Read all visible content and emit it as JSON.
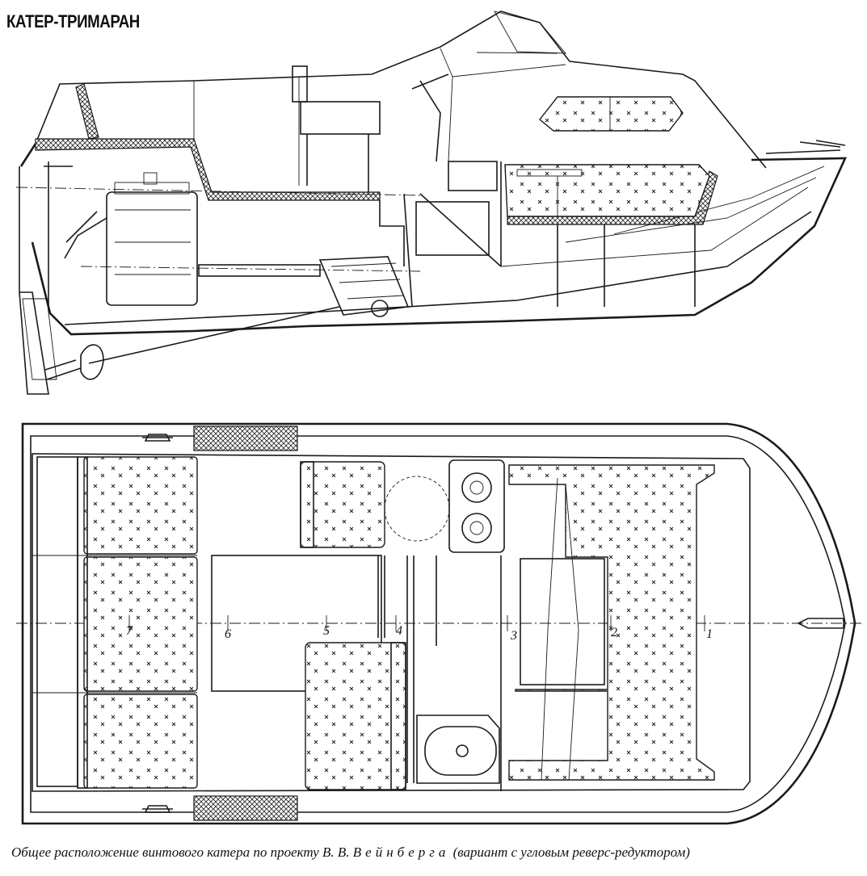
{
  "title": "КАТЕР-ТРИМАРАН",
  "caption": {
    "part1": "Общее расположение винтового катера по проекту В. В.",
    "author_surname": "Вейнберга",
    "part2": "(вариант с угловым реверс-редуктором)"
  },
  "stations": [
    {
      "label": "1"
    },
    {
      "label": "2"
    },
    {
      "label": "3"
    },
    {
      "label": "4"
    },
    {
      "label": "5"
    },
    {
      "label": "6"
    },
    {
      "label": "7"
    }
  ],
  "views": {
    "profile": "side-section",
    "plan": "top-view"
  }
}
